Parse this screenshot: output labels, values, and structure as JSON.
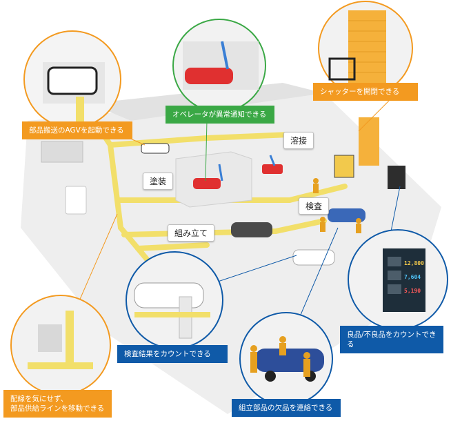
{
  "callouts": {
    "agv": "部品搬送のAGVを起動できる",
    "operator": "オペレータが異常通知できる",
    "shutter": "シャッターを開閉できる",
    "inspection": "検査結果をカウントできる",
    "count": "良品/不良品をカウントできる",
    "wiring": "配線を気にせず、\n部品供給ラインを移動できる",
    "missing_parts": "組立部品の欠品を連絡できる"
  },
  "process_labels": {
    "painting": "塗装",
    "welding": "溶接",
    "inspection": "検査",
    "assembly": "組み立て"
  },
  "counter": {
    "value_1": "12,800",
    "value_2": "7,604",
    "value_3": "5,190"
  },
  "colors": {
    "orange": "#f39a20",
    "green": "#3aa845",
    "blue": "#0f5aa8",
    "rail": "#f2df6a"
  }
}
